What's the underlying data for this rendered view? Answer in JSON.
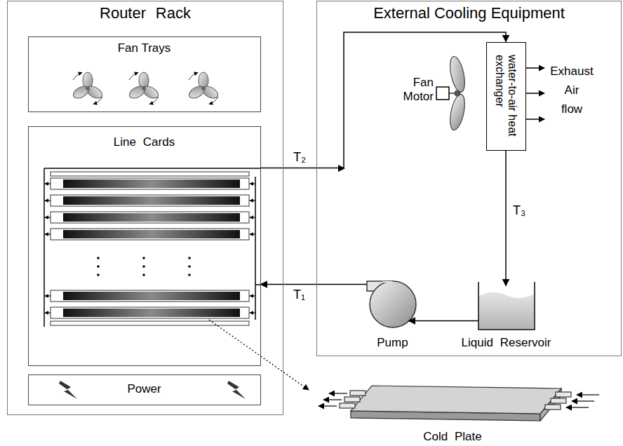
{
  "diagram": {
    "nodes": [
      {
        "text": [
          "Router Rack"
        ]
      },
      {
        "text": [
          "Fan Trays"
        ],
        "in": 0
      },
      {
        "text": [
          "Line Cards"
        ],
        "in": 0
      },
      {
        "text": [
          "Power"
        ],
        "in": 0
      },
      {
        "text": [
          "External Cooling Equipment"
        ]
      },
      {
        "text": [
          "water-to-air heat exchanger"
        ],
        "in": 4
      },
      {
        "text": [
          "Pump"
        ],
        "in": 4
      },
      {
        "text": [
          "Liquid Reservoir"
        ],
        "in": 4
      },
      {
        "text": [
          "Cold Plate"
        ]
      }
    ],
    "edges": [
      {
        "from": 2,
        "to": 5,
        "arrow": "to",
        "label": "T₂"
      },
      {
        "from": 5,
        "to": 7,
        "arrow": "to",
        "label": "T₃"
      },
      {
        "from": 7,
        "to": 6,
        "arrow": "to"
      },
      {
        "from": 6,
        "to": 2,
        "arrow": "to",
        "label": "T₁"
      }
    ],
    "labels": [
      "Fan Motor",
      "Exhaust Air flow"
    ]
  }
}
